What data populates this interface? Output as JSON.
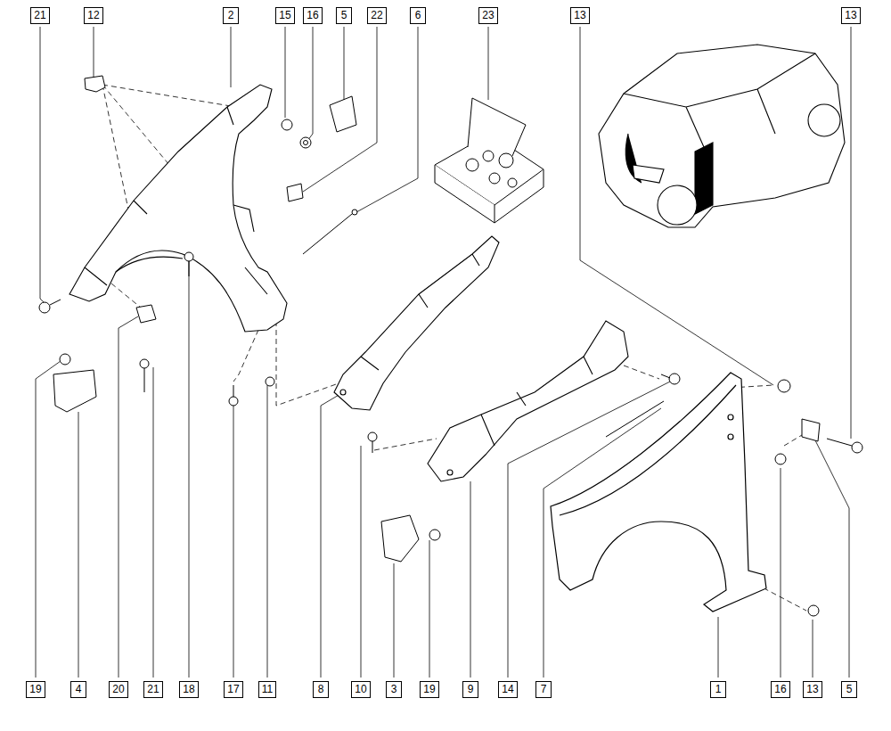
{
  "diagram": {
    "labels": [
      "21",
      "12",
      "2",
      "15",
      "16",
      "5",
      "22",
      "6",
      "23",
      "13",
      "13",
      "19",
      "4",
      "20",
      "21",
      "18",
      "17",
      "11",
      "8",
      "10",
      "3",
      "19",
      "9",
      "14",
      "7",
      "1",
      "16",
      "13",
      "5"
    ]
  }
}
